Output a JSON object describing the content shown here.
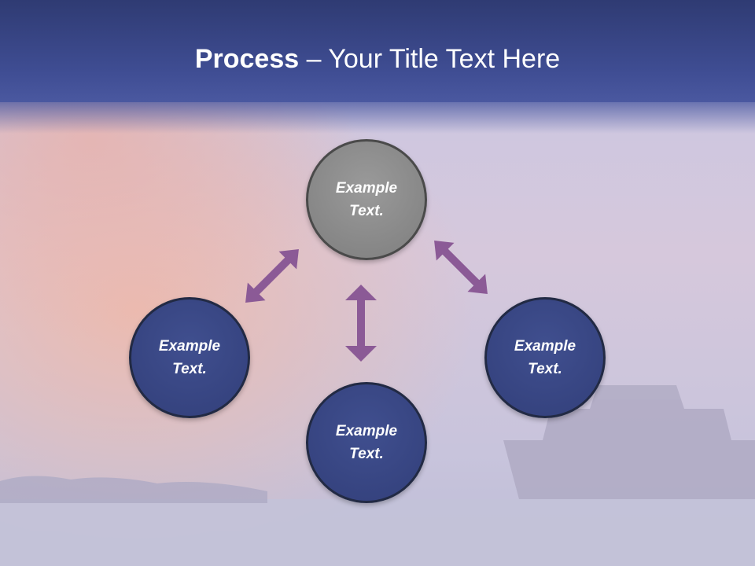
{
  "title": {
    "bold": "Process",
    "rest": " – Your Title Text Here"
  },
  "nodes": {
    "top": "Example Text.",
    "left": "Example Text.",
    "right": "Example Text.",
    "bottom": "Example Text."
  },
  "colors": {
    "header": "#3f4d93",
    "node_blue": "#3a4683",
    "node_gray": "#8c8c8c",
    "arrow": "#8b5a96"
  }
}
